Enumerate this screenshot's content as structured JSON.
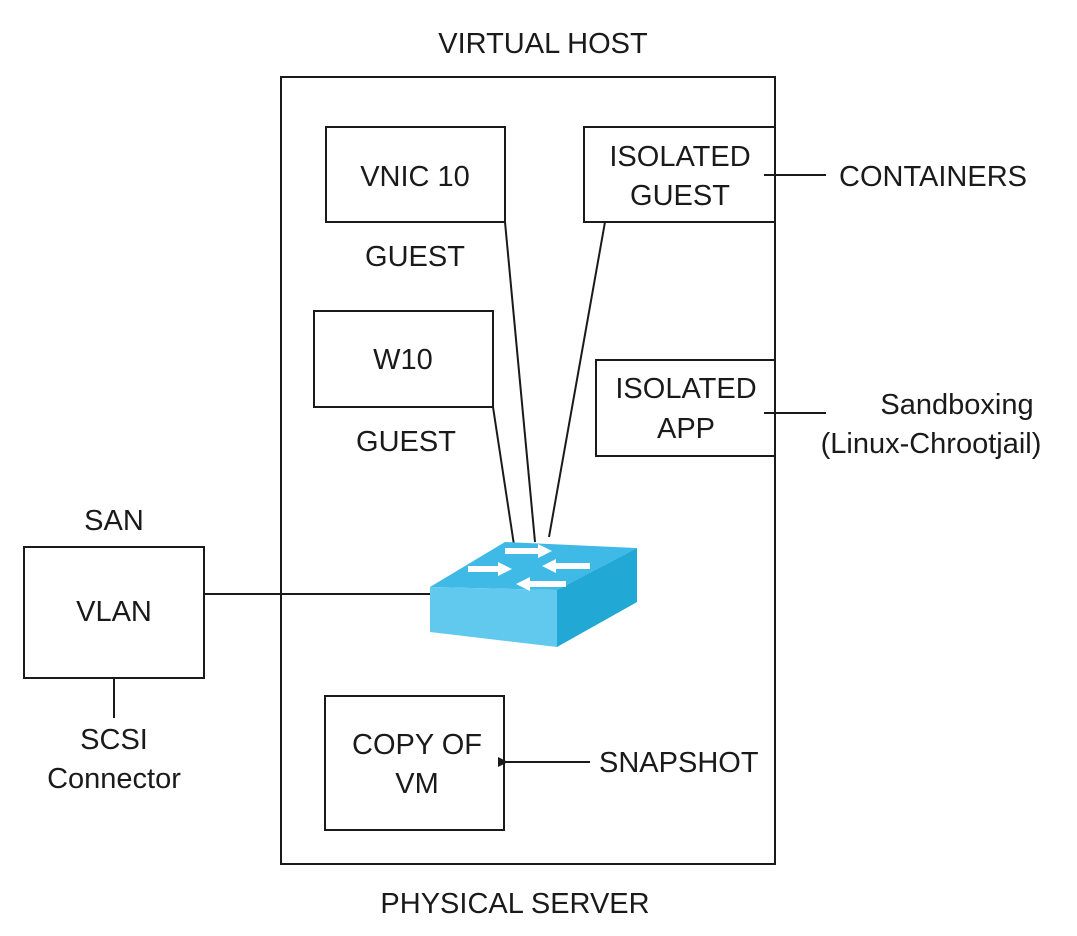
{
  "top_label": "VIRTUAL HOST",
  "bottom_label": "PHYSICAL SERVER",
  "guests": {
    "vnic": {
      "box_text": "VNIC 10",
      "caption": "GUEST"
    },
    "w10": {
      "box_text": "W10",
      "caption": "GUEST"
    },
    "isolated_guest": {
      "line1": "ISOLATED",
      "line2": "GUEST"
    },
    "isolated_app": {
      "line1": "ISOLATED",
      "line2": "APP"
    },
    "copy_vm": {
      "line1": "COPY OF",
      "line2": "VM"
    }
  },
  "side_labels": {
    "containers": "CONTAINERS",
    "sandboxing_line1": "Sandboxing",
    "sandboxing_line2": "(Linux-Chrootjail)",
    "snapshot": "SNAPSHOT"
  },
  "san": {
    "title": "SAN",
    "box_text": "VLAN",
    "connector_line1": "SCSI",
    "connector_line2": "Connector"
  },
  "colors": {
    "switch_top": "#3fb9e6",
    "switch_front": "#62c9ee",
    "switch_side": "#22a8d4",
    "arrow": "#ffffff",
    "line": "#1a1a1a"
  },
  "icons": {
    "switch": "network-switch-icon"
  }
}
